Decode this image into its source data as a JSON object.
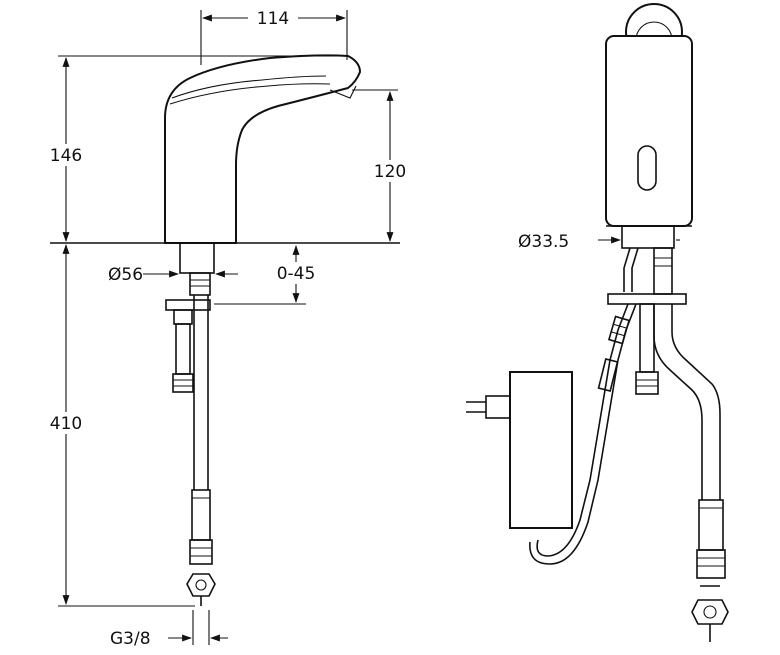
{
  "dimensions": {
    "spout_projection": "114",
    "faucet_height": "146",
    "spout_outlet_height": "120",
    "base_diameter": "Ø56",
    "deck_thickness_range": "0-45",
    "supply_hose_length": "410",
    "connection_thread": "G3/8",
    "shank_diameter": "Ø33.5"
  }
}
